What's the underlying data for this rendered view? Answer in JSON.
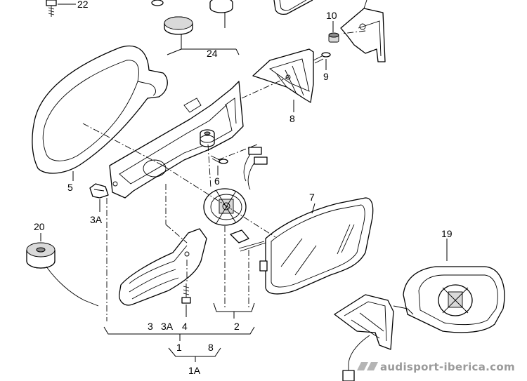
{
  "labels": {
    "p22": "22",
    "p24": "24",
    "p10": "10",
    "p9": "9",
    "p8": "8",
    "p5": "5",
    "p6": "6",
    "p3A_upper": "3A",
    "p7": "7",
    "p20": "20",
    "p19": "19",
    "p3": "3",
    "p3A_lower": "3A",
    "p4": "4",
    "p2": "2",
    "p1": "1",
    "p8_group": "8",
    "p1A": "1A"
  },
  "watermark": {
    "text": "audisport-iberica.com"
  }
}
